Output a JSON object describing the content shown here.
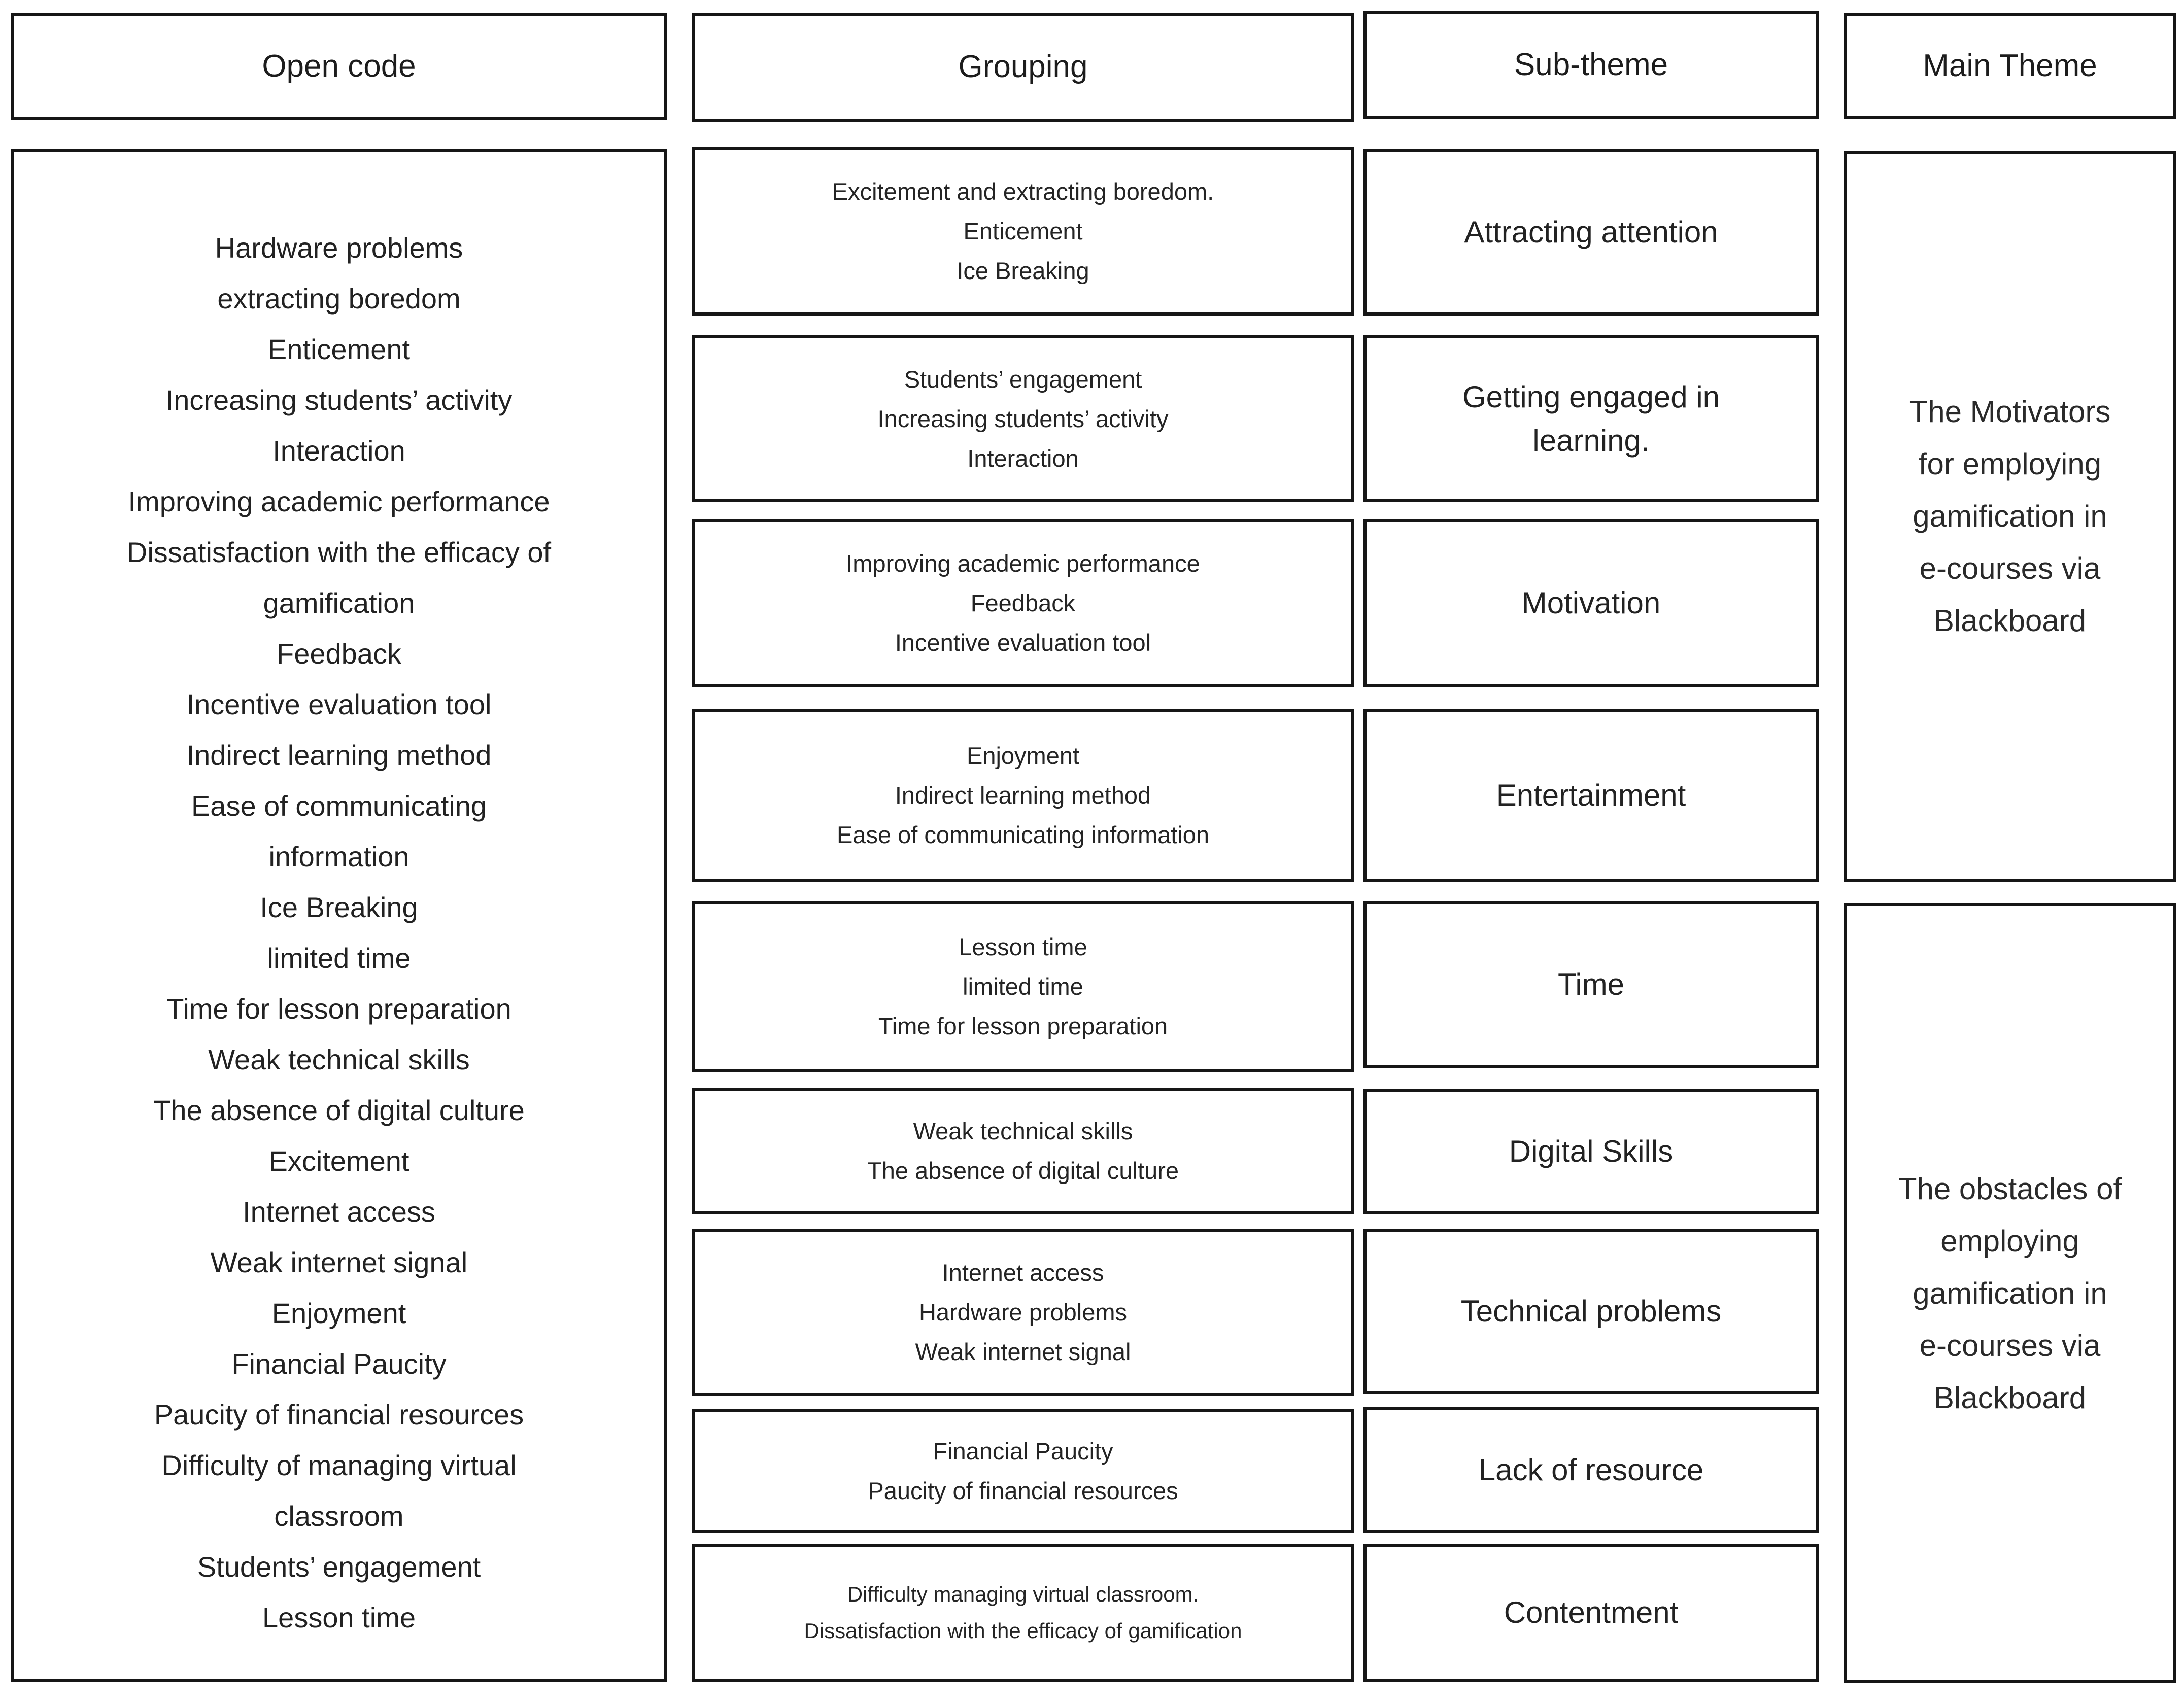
{
  "columns": {
    "open_code": {
      "header": "Open code",
      "items": [
        "Hardware problems",
        "extracting boredom",
        "Enticement",
        "Increasing students’ activity",
        "Interaction",
        "Improving academic performance",
        "Dissatisfaction with the efficacy of\ngamification",
        "Feedback",
        "Incentive evaluation tool",
        "Indirect learning method",
        "Ease of communicating\ninformation",
        "Ice Breaking",
        "limited time",
        "Time for lesson preparation",
        "Weak technical skills",
        "The absence of digital culture",
        "Excitement",
        "Internet access",
        "Weak internet signal",
        "Enjoyment",
        "Financial Paucity",
        "Paucity of financial resources",
        "Difficulty of managing virtual\nclassroom",
        "Students’ engagement",
        "Lesson time"
      ]
    },
    "grouping": {
      "header": "Grouping",
      "boxes": [
        {
          "lines": [
            "Excitement and extracting boredom.",
            "Enticement",
            "Ice Breaking"
          ]
        },
        {
          "lines": [
            "Students’ engagement",
            "Increasing students’ activity",
            "Interaction"
          ]
        },
        {
          "lines": [
            "Improving academic performance",
            "Feedback",
            "Incentive evaluation tool"
          ]
        },
        {
          "lines": [
            "Enjoyment",
            "Indirect learning method",
            "Ease of communicating information"
          ]
        },
        {
          "lines": [
            "Lesson time",
            "limited time",
            "Time for lesson preparation"
          ]
        },
        {
          "lines": [
            "Weak technical skills",
            "The absence of digital culture"
          ]
        },
        {
          "lines": [
            "Internet access",
            "Hardware problems",
            "Weak internet signal"
          ]
        },
        {
          "lines": [
            "Financial Paucity",
            "Paucity of financial resources"
          ]
        },
        {
          "lines": [
            "Difficulty managing virtual classroom.",
            "Dissatisfaction with the efficacy of gamification"
          ]
        }
      ]
    },
    "sub_theme": {
      "header": "Sub-theme",
      "items": [
        "Attracting attention",
        "Getting engaged in\nlearning.",
        "Motivation",
        "Entertainment",
        "Time",
        "Digital Skills",
        "Technical problems",
        "Lack of resource",
        "Contentment"
      ]
    },
    "main_theme": {
      "header": "Main Theme",
      "items": [
        "The Motivators\nfor employing\ngamification in\ne-courses via\nBlackboard",
        "The obstacles of\nemploying\ngamification in\ne-courses via\nBlackboard"
      ]
    }
  }
}
